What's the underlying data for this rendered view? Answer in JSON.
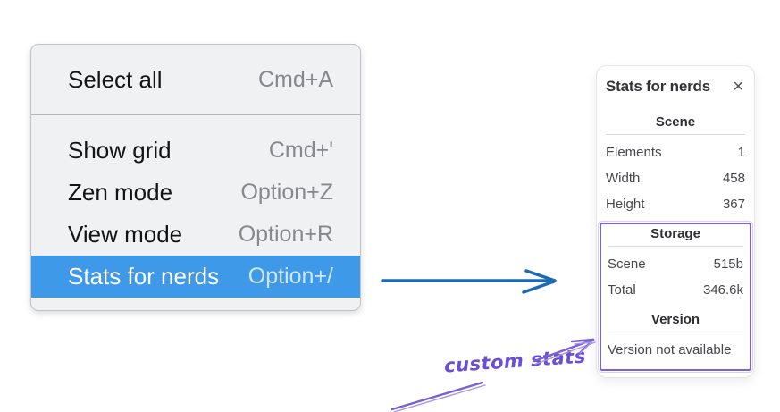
{
  "colors": {
    "highlight_blue": "#3e9ae9",
    "arrow_blue": "#1b6bb4",
    "purple": "#7b61cf",
    "purple_light": "#a795ea",
    "purple_text": "#6a4ed4",
    "menu_bg": "#f0f1f2",
    "menu_border": "#bfc2c6",
    "menu_divider": "#b5b8bb",
    "panel_border": "#e5e5e9",
    "divider": "#d5dade",
    "text_dark": "#141414",
    "shortcut_gray": "#86888c",
    "panel_text": "#46464b"
  },
  "menu": {
    "groups": [
      {
        "items": [
          {
            "label": "Select all",
            "shortcut": "Cmd+A"
          }
        ]
      },
      {
        "items": [
          {
            "label": "Show grid",
            "shortcut": "Cmd+'"
          },
          {
            "label": "Zen mode",
            "shortcut": "Option+Z"
          },
          {
            "label": "View mode",
            "shortcut": "Option+R"
          },
          {
            "label": "Stats for nerds",
            "shortcut": "Option+/"
          }
        ]
      }
    ]
  },
  "stats_panel": {
    "title": "Stats for nerds",
    "close_icon": "×",
    "sections": [
      {
        "header": "Scene",
        "rows": [
          {
            "label": "Elements",
            "value": "1"
          },
          {
            "label": "Width",
            "value": "458"
          },
          {
            "label": "Height",
            "value": "367"
          }
        ]
      },
      {
        "header": "Storage",
        "rows": [
          {
            "label": "Scene",
            "value": "515b"
          },
          {
            "label": "Total",
            "value": "346.6k"
          }
        ]
      },
      {
        "header": "Version",
        "note": "Version not available"
      }
    ]
  },
  "annotation": {
    "label": "custom stats"
  }
}
